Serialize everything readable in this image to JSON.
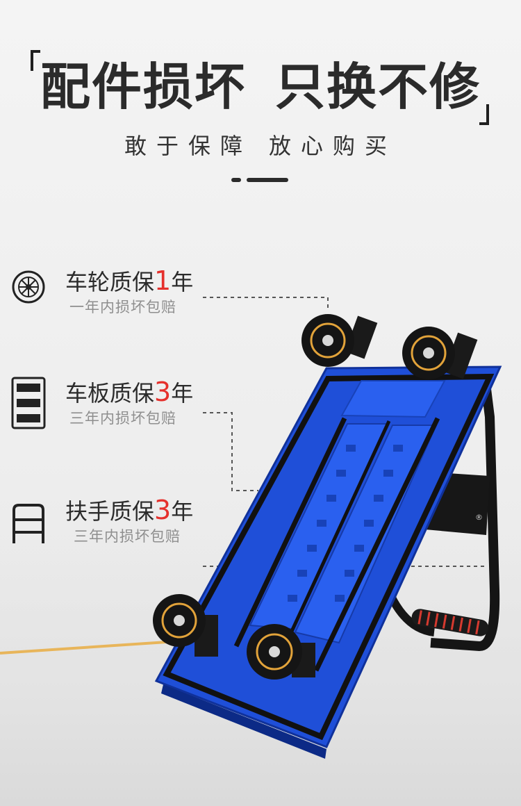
{
  "headline": {
    "part1": "配件损坏",
    "part2": "只换不修"
  },
  "subline": {
    "part1": "敢于保障",
    "part2": "放心购买"
  },
  "features": [
    {
      "icon": "wheel-icon",
      "title_prefix": "车轮质保",
      "years": "1",
      "title_suffix": "年",
      "desc": "一年内损坏包赔"
    },
    {
      "icon": "board-icon",
      "title_prefix": "车板质保",
      "years": "3",
      "title_suffix": "年",
      "desc": "三年内损坏包赔"
    },
    {
      "icon": "handle-icon",
      "title_prefix": "扶手质保",
      "years": "3",
      "title_suffix": "年",
      "desc": "三年内损坏包赔"
    }
  ],
  "product": {
    "brand_mark": "®"
  },
  "colors": {
    "accent": "#e5302c",
    "board": "#1f4fd8",
    "frame": "#151515",
    "wheel_rim": "#e2a33a",
    "grip": "#d63a2f"
  }
}
